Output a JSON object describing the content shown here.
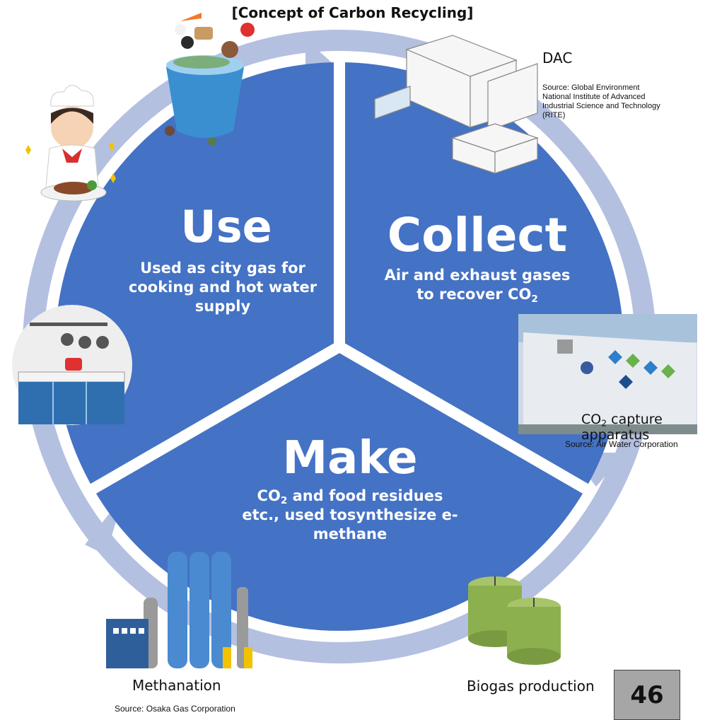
{
  "title": "[Concept of Carbon Recycling]",
  "segments": {
    "use": {
      "heading": "Use",
      "line1": "Used as city gas for",
      "line2": "cooking and hot water",
      "line3": "supply"
    },
    "collect": {
      "heading": "Collect",
      "line1": "Air and exhaust gases",
      "line2_pre": "to recover CO",
      "line2_sub": "2"
    },
    "make": {
      "heading": "Make",
      "line1_pre": "CO",
      "line1_sub": "2",
      "line1_post": " and food residues",
      "line2": "etc., used tosynthesize e-",
      "line3": "methane"
    }
  },
  "labels": {
    "dac": "DAC",
    "dac_source": [
      "Source: Global Environment",
      "National Institute of Advanced",
      "Industrial Science and Technology",
      "(RITE)"
    ],
    "capture_pre": "CO",
    "capture_sub": "2",
    "capture_post": " capture",
    "capture_line2": "apparatus",
    "capture_source": "Source: Air Water Corporation",
    "methanation": "Methanation",
    "methanation_source": "Source: Osaka Gas Corporation",
    "biogas": "Biogas production"
  },
  "page_number": "46",
  "colors": {
    "segment_blue": "#4472c4",
    "ring": "#b4c0e0",
    "text_white": "#ffffff"
  }
}
